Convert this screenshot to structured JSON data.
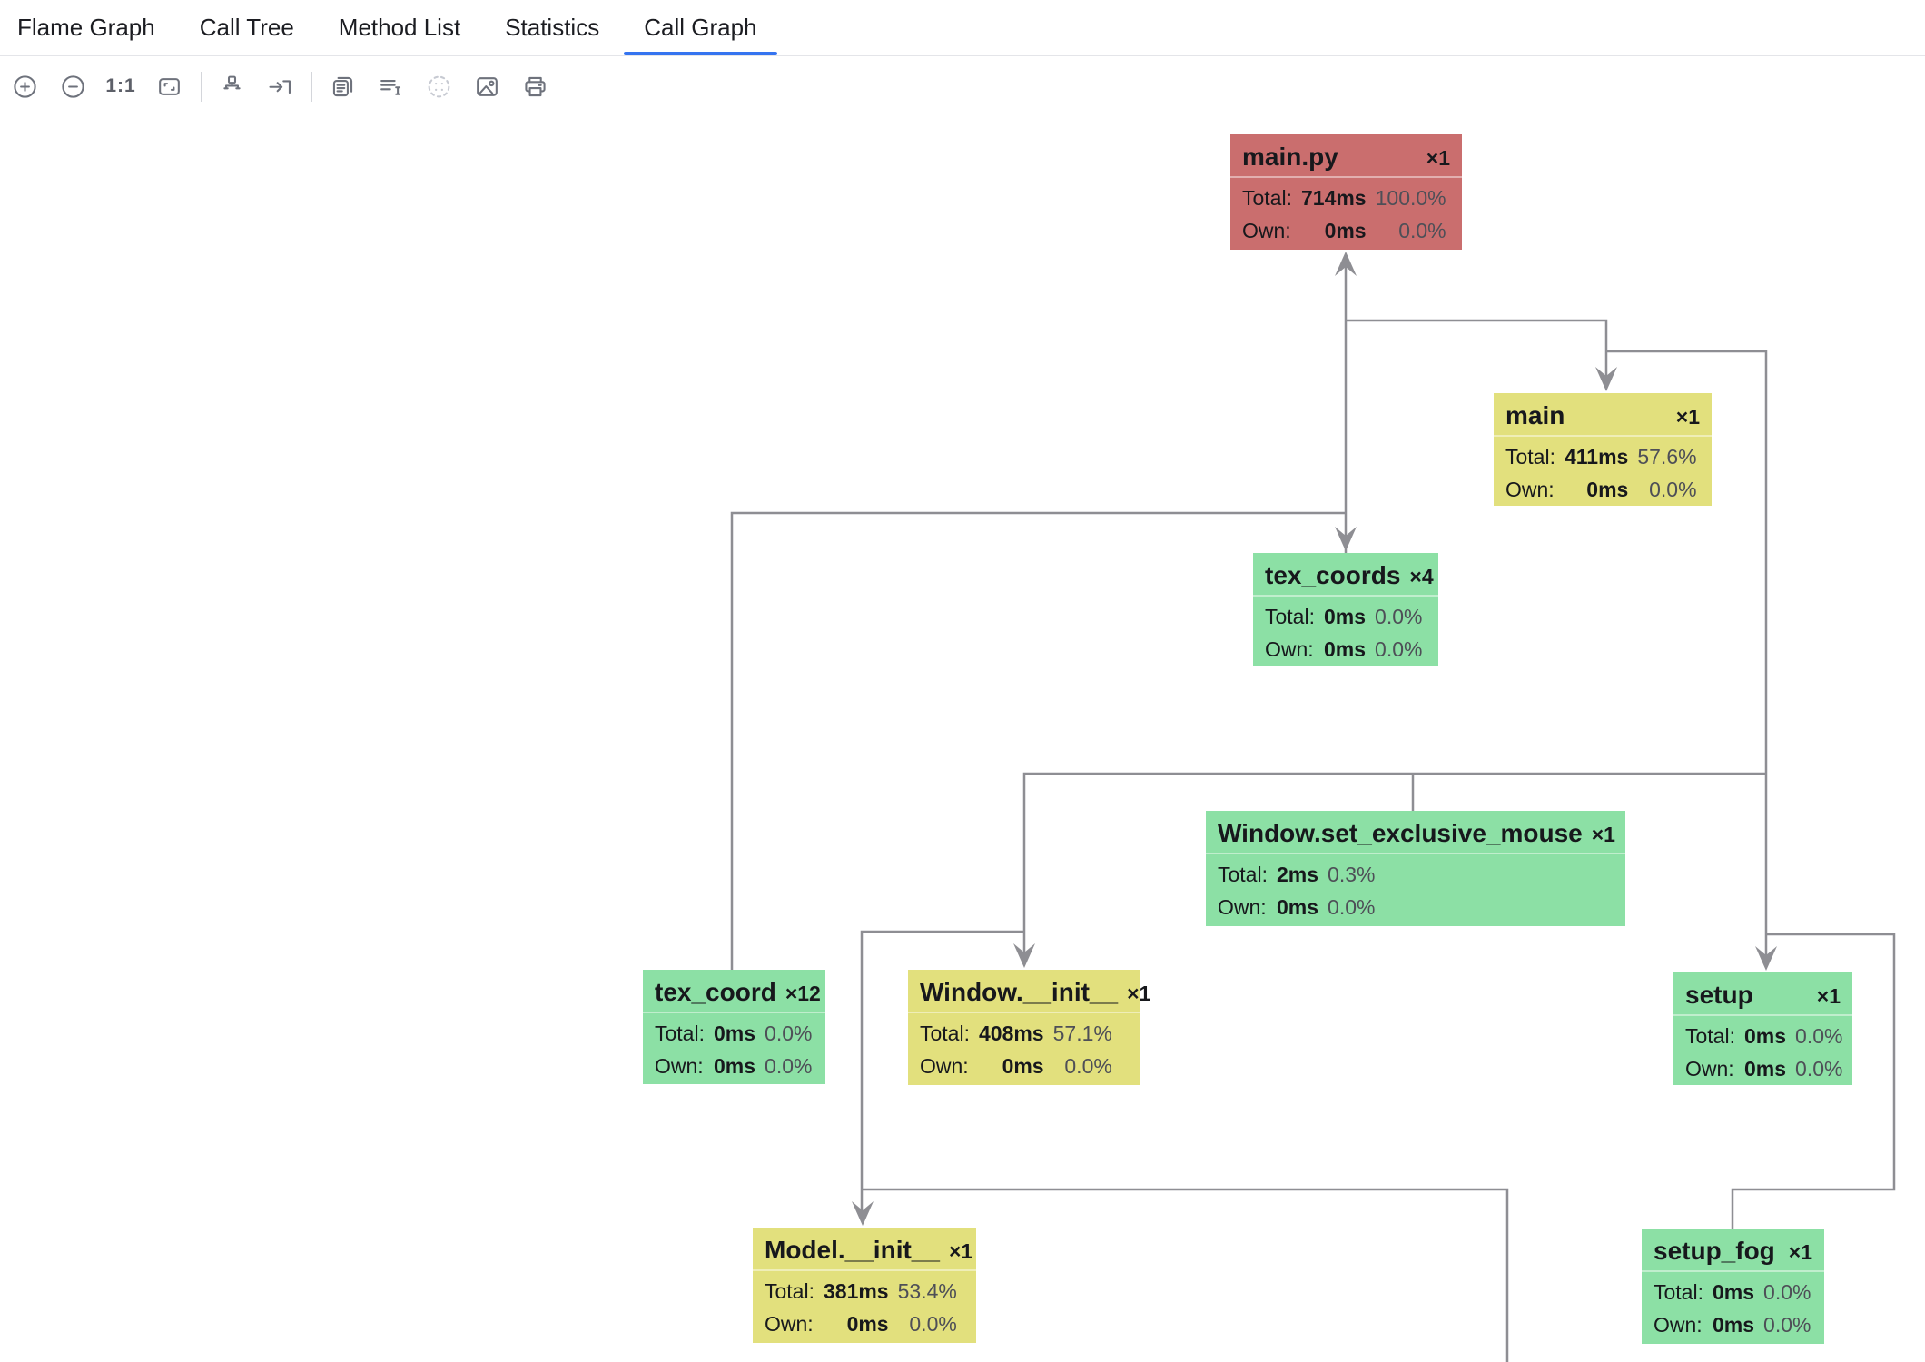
{
  "tabs": {
    "items": [
      {
        "label": "Flame Graph",
        "active": false
      },
      {
        "label": "Call Tree",
        "active": false
      },
      {
        "label": "Method List",
        "active": false
      },
      {
        "label": "Statistics",
        "active": false
      },
      {
        "label": "Call Graph",
        "active": true
      }
    ],
    "active_underline_color": "#3574f0"
  },
  "toolbar": {
    "actual_size_label": "1:1",
    "buttons": [
      {
        "name": "zoom-in",
        "enabled": true
      },
      {
        "name": "zoom-out",
        "enabled": true
      },
      {
        "name": "actual-size-1-1",
        "enabled": true
      },
      {
        "name": "fit-content",
        "enabled": true
      },
      {
        "name": "apply-graph-layout",
        "enabled": true
      },
      {
        "name": "scroll-to-selection",
        "enabled": true
      },
      {
        "name": "copy-content",
        "enabled": true
      },
      {
        "name": "select-text",
        "enabled": true
      },
      {
        "name": "dotted-circle",
        "enabled": false
      },
      {
        "name": "export-image",
        "enabled": true
      },
      {
        "name": "print",
        "enabled": true
      }
    ]
  },
  "graph": {
    "row_labels": {
      "total": "Total:",
      "own": "Own:"
    },
    "colors": {
      "hot": "#ca6e6e",
      "warm": "#e2e07d",
      "cool": "#8ce0a5",
      "edge": "#8e8e93"
    },
    "nodes": [
      {
        "name": "main.py",
        "count": "×1",
        "total_ms": "714ms",
        "total_pct": "100.0%",
        "own_ms": "0ms",
        "own_pct": "0.0%",
        "color": "hot"
      },
      {
        "name": "main",
        "count": "×1",
        "total_ms": "411ms",
        "total_pct": "57.6%",
        "own_ms": "0ms",
        "own_pct": "0.0%",
        "color": "warm"
      },
      {
        "name": "tex_coords",
        "count": "×4",
        "total_ms": "0ms",
        "total_pct": "0.0%",
        "own_ms": "0ms",
        "own_pct": "0.0%",
        "color": "cool"
      },
      {
        "name": "Window.set_exclusive_mouse",
        "count": "×1",
        "total_ms": "2ms",
        "total_pct": "0.3%",
        "own_ms": "0ms",
        "own_pct": "0.0%",
        "color": "cool"
      },
      {
        "name": "tex_coord",
        "count": "×12",
        "total_ms": "0ms",
        "total_pct": "0.0%",
        "own_ms": "0ms",
        "own_pct": "0.0%",
        "color": "cool"
      },
      {
        "name": "Window.__init__",
        "count": "×1",
        "total_ms": "408ms",
        "total_pct": "57.1%",
        "own_ms": "0ms",
        "own_pct": "0.0%",
        "color": "warm"
      },
      {
        "name": "setup",
        "count": "×1",
        "total_ms": "0ms",
        "total_pct": "0.0%",
        "own_ms": "0ms",
        "own_pct": "0.0%",
        "color": "cool"
      },
      {
        "name": "Model.__init__",
        "count": "×1",
        "total_ms": "381ms",
        "total_pct": "53.4%",
        "own_ms": "0ms",
        "own_pct": "0.0%",
        "color": "warm"
      },
      {
        "name": "setup_fog",
        "count": "×1",
        "total_ms": "0ms",
        "total_pct": "0.0%",
        "own_ms": "0ms",
        "own_pct": "0.0%",
        "color": "cool"
      }
    ],
    "edges": [
      {
        "to": "main.py",
        "direction": "up",
        "arrowhead": true
      },
      {
        "to": "tex_coords",
        "direction": "down",
        "arrowhead": true
      },
      {
        "to": "main",
        "direction": "down",
        "arrowhead": true
      },
      {
        "to": "tex_coord",
        "direction": "down",
        "arrowhead": false
      },
      {
        "to": "Window.set_exclusive_mouse",
        "direction": "down",
        "arrowhead": false
      },
      {
        "to": "Window.__init__",
        "direction": "down",
        "arrowhead": true
      },
      {
        "to": "setup",
        "direction": "down",
        "arrowhead": true
      },
      {
        "to": "Model.__init__",
        "direction": "down",
        "arrowhead": true
      },
      {
        "to": "setup_fog",
        "direction": "down",
        "arrowhead": false
      }
    ]
  }
}
